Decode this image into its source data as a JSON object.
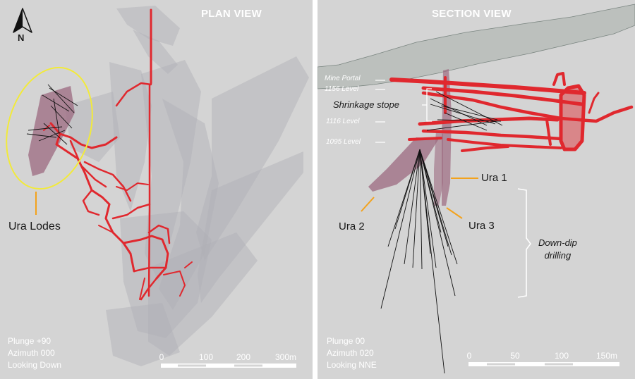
{
  "plan_view": {
    "title": "PLAN VIEW",
    "north_label": "N",
    "lode_label": "Ura Lodes",
    "orientation": [
      "Plunge +90",
      "Azimuth 000",
      "Looking Down"
    ],
    "scale_ticks": [
      "0",
      "100",
      "200",
      "300m"
    ]
  },
  "section_view": {
    "title": "SECTION VIEW",
    "levels": [
      "Mine Portal",
      "1156 Level",
      "1116 Level",
      "1095 Level"
    ],
    "stope_label": "Shrinkage stope",
    "lode_labels": {
      "ura1": "Ura 1",
      "ura2": "Ura 2",
      "ura3": "Ura 3"
    },
    "drilling_label_line1": "Down-dip",
    "drilling_label_line2": "drilling",
    "orientation": [
      "Plunge 00",
      "Azimuth 020",
      "Looking NNE"
    ],
    "scale_ticks": [
      "0",
      "50",
      "100",
      "150m"
    ]
  },
  "colors": {
    "panel_bg": "#d4d4d4",
    "workings_red": "#e0282e",
    "lode_pink": "#9c6a80",
    "highlight_yellow": "#f2ea3a",
    "callout_orange": "#f3a21c",
    "text_white": "#ffffff"
  }
}
